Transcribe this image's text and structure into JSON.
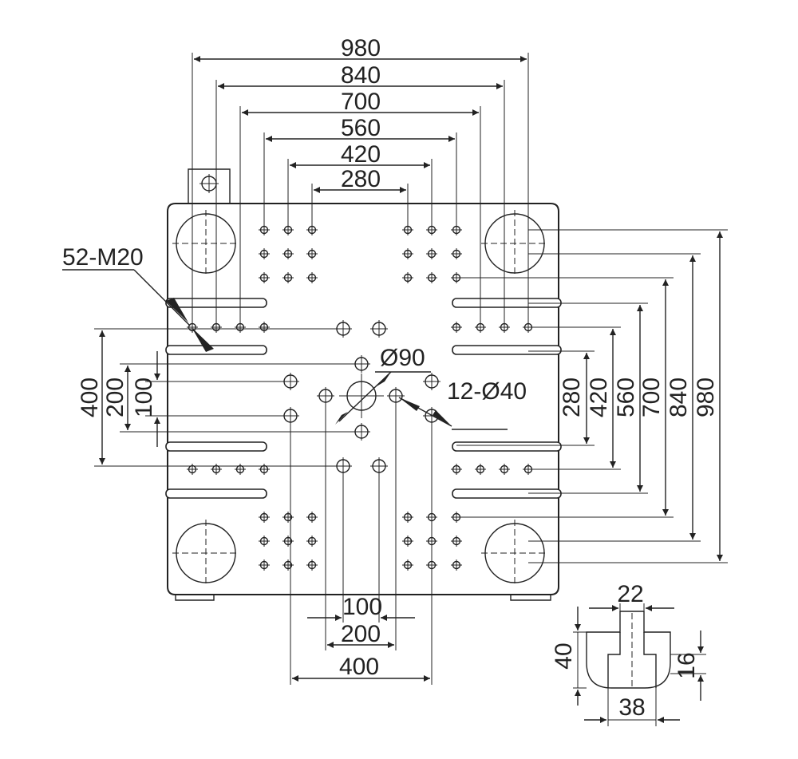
{
  "top_dims": [
    "980",
    "840",
    "700",
    "560",
    "420",
    "280"
  ],
  "right_dims": [
    "280",
    "420",
    "560",
    "700",
    "840",
    "980"
  ],
  "left_dims": [
    "400",
    "200",
    "100"
  ],
  "bottom_dims": [
    "100",
    "200",
    "400"
  ],
  "callouts": {
    "thread_holes": "52-M20",
    "center_hole": "Ø90",
    "ejector_holes": "12-Ø40"
  },
  "slot_detail": {
    "top_width": "22",
    "height": "40",
    "depth": "16",
    "bottom_width": "38"
  }
}
